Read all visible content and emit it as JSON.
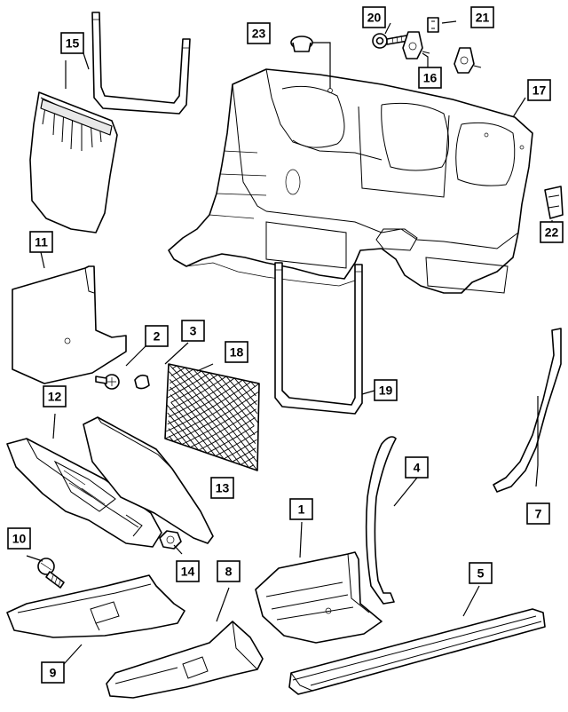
{
  "callouts": {
    "c1": "1",
    "c2": "2",
    "c3": "3",
    "c4": "4",
    "c5": "5",
    "c7": "7",
    "c8": "8",
    "c9": "9",
    "c10": "10",
    "c11": "11",
    "c12": "12",
    "c13": "13",
    "c14": "14",
    "c15": "15",
    "c16": "16",
    "c17": "17",
    "c18": "18",
    "c19": "19",
    "c20": "20",
    "c21": "21",
    "c22": "22",
    "c23": "23"
  },
  "colors": {
    "line": "#000000",
    "fill": "#ffffff",
    "shade": "#e8e8e8"
  }
}
